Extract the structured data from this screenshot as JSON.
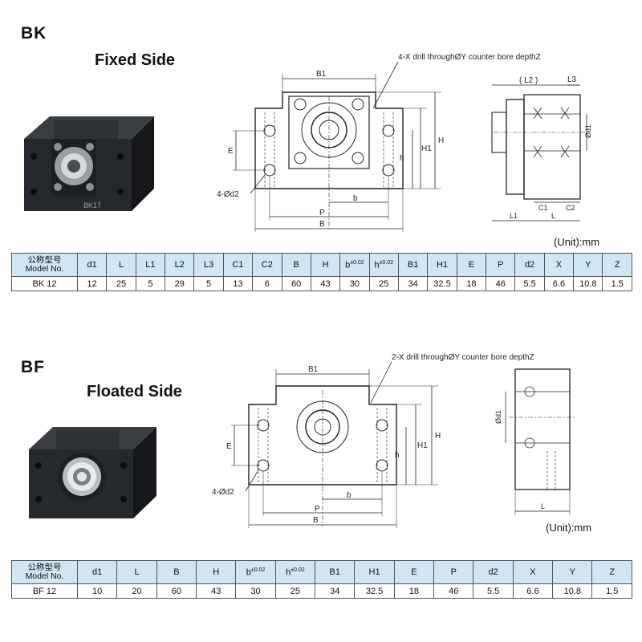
{
  "bk": {
    "tag": "BK",
    "subtitle": "Fixed Side",
    "part_marking": "BK17",
    "drill_note": "4-X drill throughØY counter bore depthZ",
    "bolt_note": "4-Ød2",
    "unit": "(Unit):mm",
    "dims": {
      "B1": "B1",
      "E": "E",
      "h": "h",
      "H1": "H1",
      "H": "H",
      "b": "b",
      "P": "P",
      "B": "B",
      "L2": "( L2 )",
      "L3": "L3",
      "d1": "Ød1",
      "C1": "C1",
      "C2": "C2",
      "L1": "L1",
      "L": "L"
    },
    "table": {
      "model_cn": "公称型号",
      "model_en": "Model No.",
      "headers": [
        "d1",
        "L",
        "L1",
        "L2",
        "L3",
        "C1",
        "C2",
        "B",
        "H",
        "b",
        "h",
        "B1",
        "H1",
        "E",
        "P",
        "d2",
        "X",
        "Y",
        "Z"
      ],
      "tol": "±0.02",
      "row": [
        "BK 12",
        "12",
        "25",
        "5",
        "29",
        "5",
        "13",
        "6",
        "60",
        "43",
        "30",
        "25",
        "34",
        "32.5",
        "18",
        "46",
        "5.5",
        "6.6",
        "10.8",
        "1.5"
      ]
    }
  },
  "bf": {
    "tag": "BF",
    "subtitle": "Floated Side",
    "drill_note": "2-X drill throughØY counter bore depthZ",
    "bolt_note": "4-Ød2",
    "unit": "(Unit):mm",
    "dims": {
      "B1": "B1",
      "E": "E",
      "h": "h",
      "H1": "H1",
      "H": "H",
      "b": "b",
      "P": "P",
      "B": "B",
      "d1": "Ød1",
      "L": "L"
    },
    "table": {
      "model_cn": "公称型号",
      "model_en": "Model No.",
      "headers": [
        "d1",
        "L",
        "B",
        "H",
        "b",
        "h",
        "B1",
        "H1",
        "E",
        "P",
        "d2",
        "X",
        "Y",
        "Z"
      ],
      "tol": "±0.02",
      "row": [
        "BF 12",
        "10",
        "20",
        "60",
        "43",
        "30",
        "25",
        "34",
        "32.5",
        "18",
        "46",
        "5.5",
        "6.6",
        "10.8",
        "1.5"
      ]
    }
  }
}
